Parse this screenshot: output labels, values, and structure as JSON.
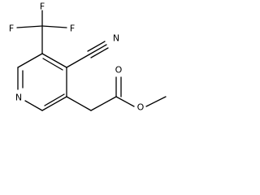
{
  "structure": {
    "atoms": {
      "f1": "F",
      "f2": "F",
      "f3": "F",
      "n_nitrile": "N",
      "n_ring": "N",
      "o_carbonyl": "O",
      "o_ester": "O"
    },
    "colors": {
      "ink": "#000000",
      "background": "#ffffff"
    }
  }
}
